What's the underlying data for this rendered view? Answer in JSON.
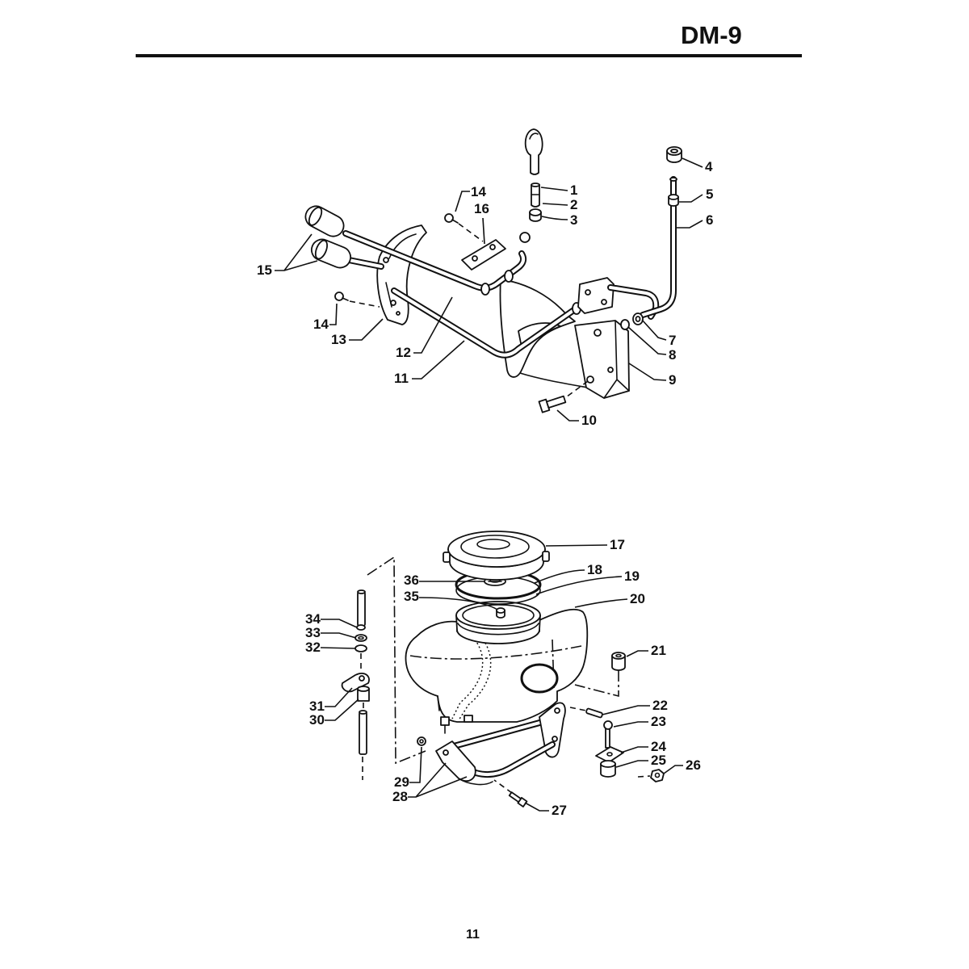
{
  "header": {
    "code": "DM-9"
  },
  "page": {
    "number": "11"
  },
  "figure_top": {
    "callouts": [
      "1",
      "2",
      "3",
      "4",
      "5",
      "6",
      "7",
      "8",
      "9",
      "10",
      "11",
      "12",
      "13",
      "14",
      "14",
      "15",
      "16"
    ]
  },
  "figure_bottom": {
    "callouts": [
      "17",
      "18",
      "19",
      "20",
      "21",
      "22",
      "23",
      "24",
      "25",
      "26",
      "27",
      "28",
      "29",
      "30",
      "31",
      "32",
      "33",
      "34",
      "35",
      "36"
    ]
  }
}
